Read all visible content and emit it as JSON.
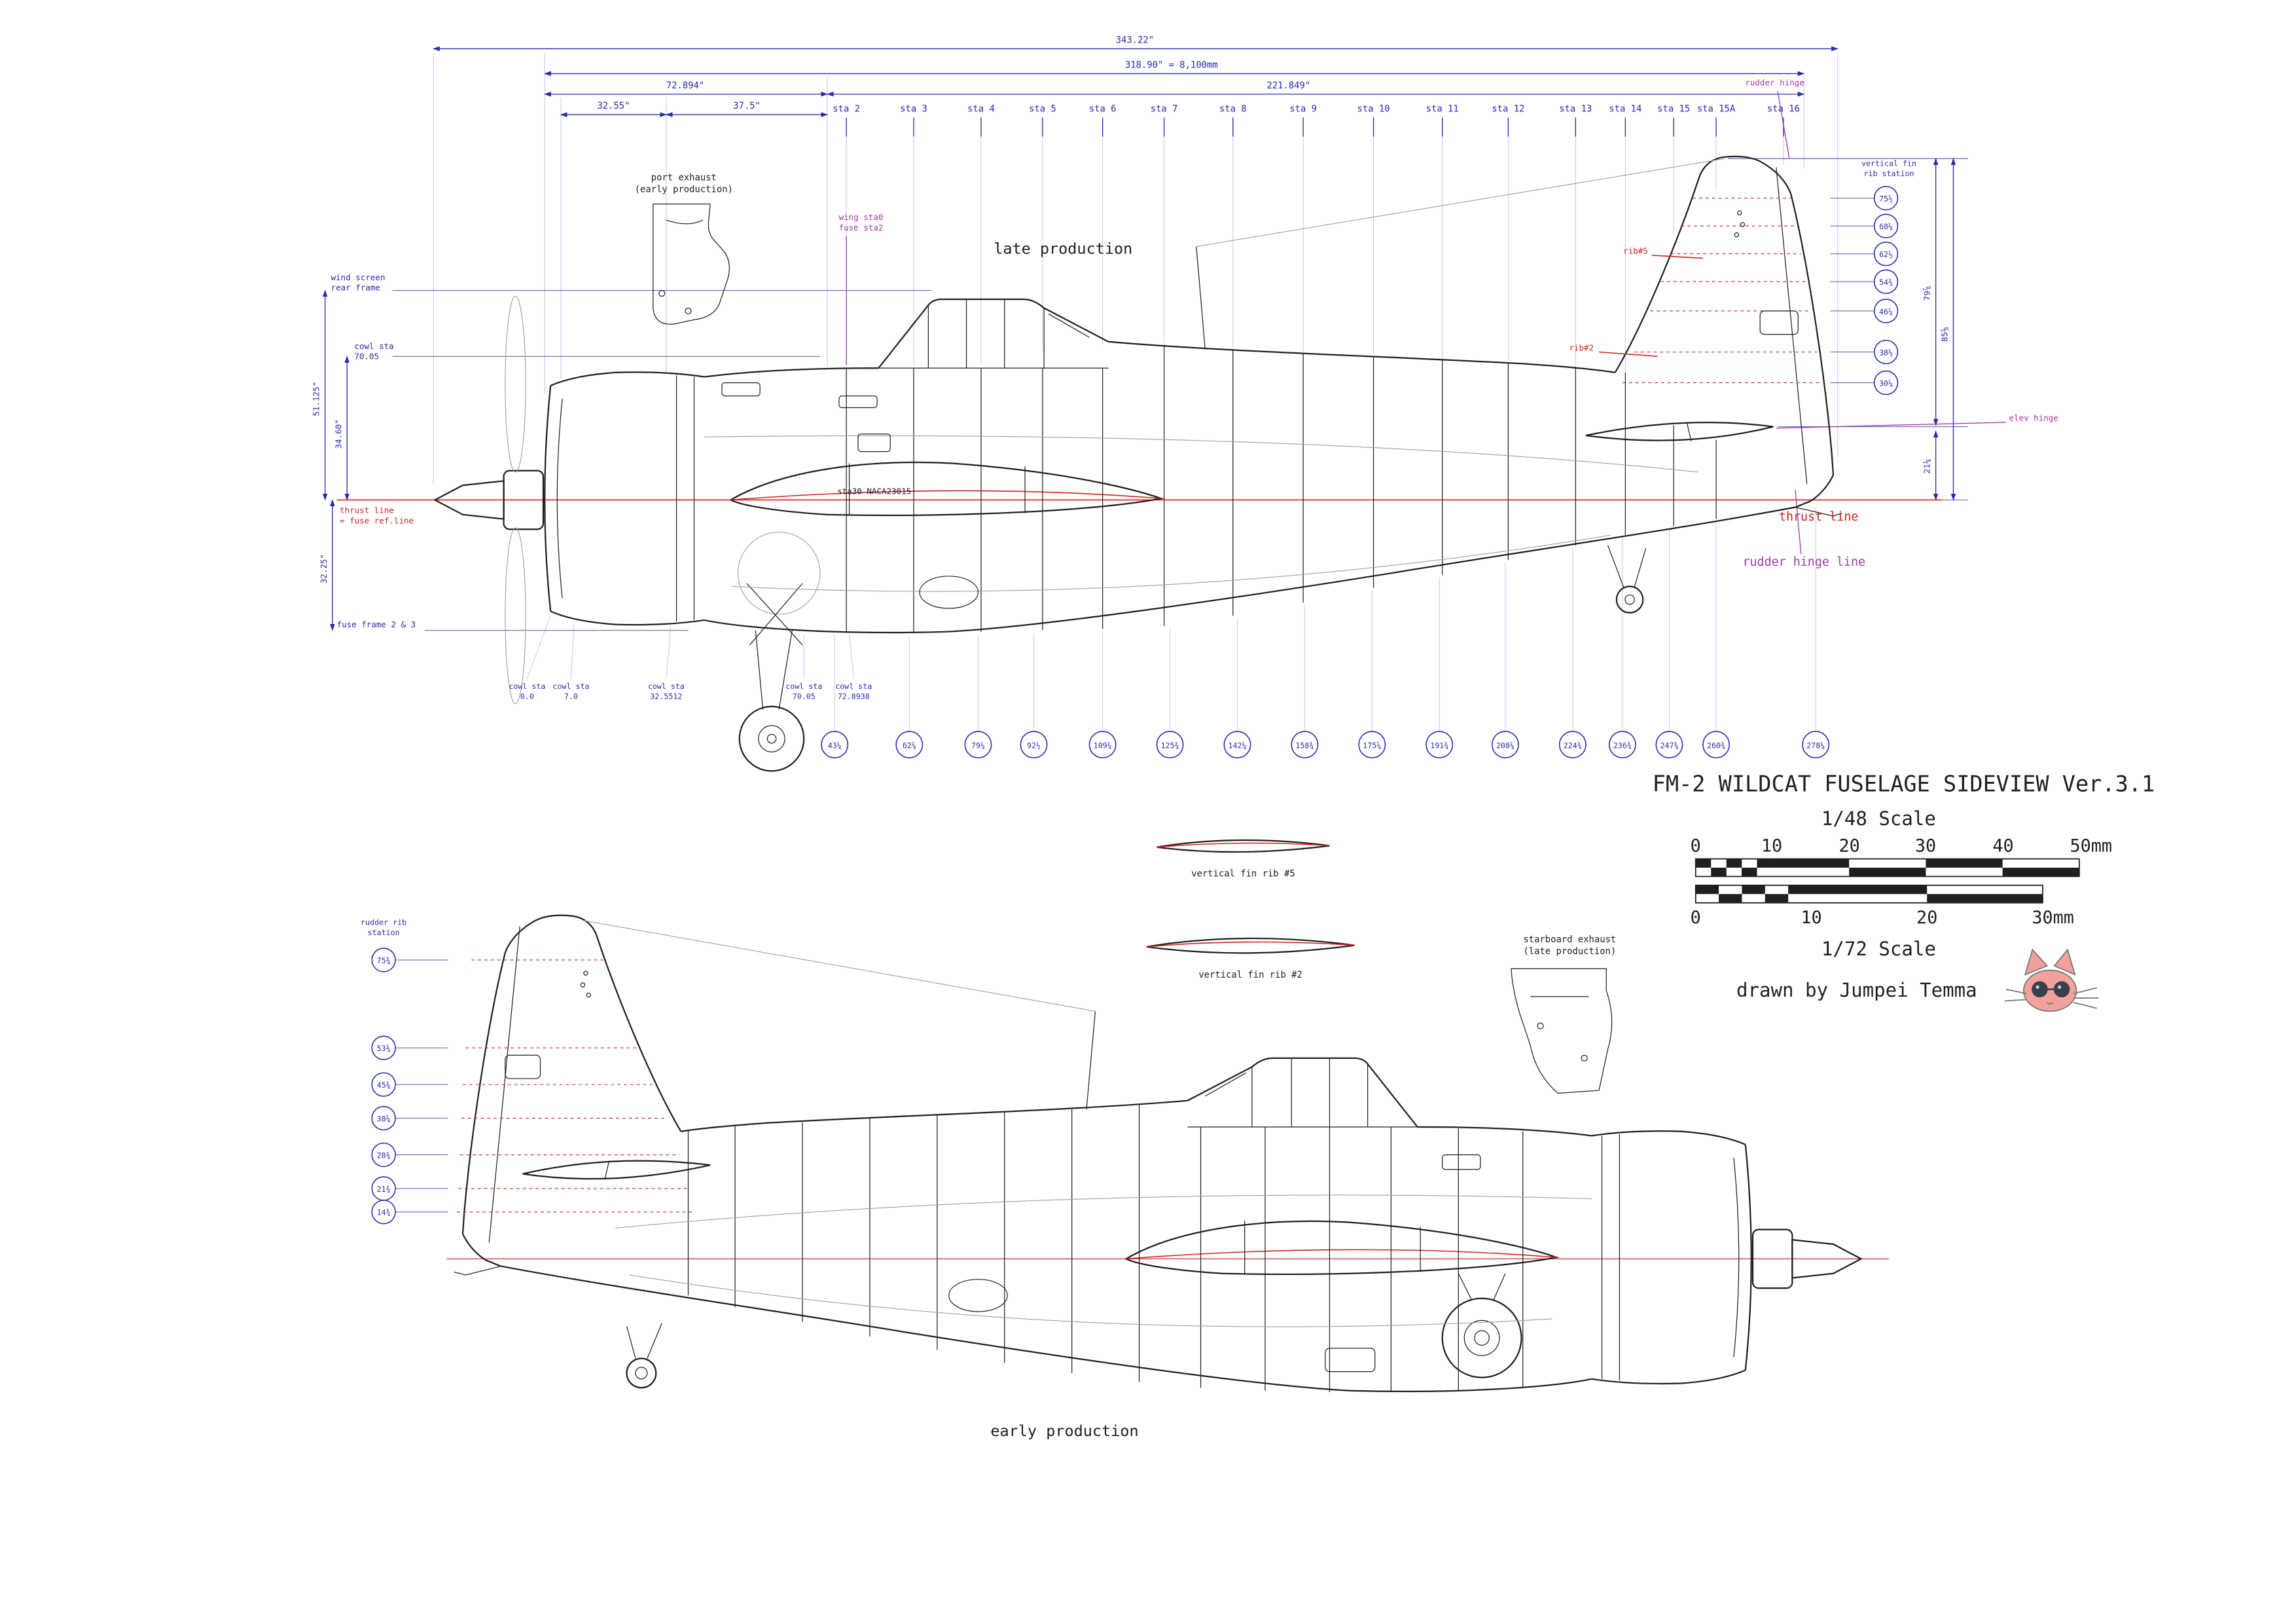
{
  "colors": {
    "dimension_blue": "#2a2ab0",
    "line_black": "#1f1f1f",
    "accent_red": "#cc2222",
    "accent_purple": "#a03aa0",
    "cat_pink": "#f2a19c"
  },
  "header_dims": {
    "total": "343.22\"",
    "reference": "318.90\" = 8,100mm",
    "aft": "221.849\"",
    "fwd": "72.894\"",
    "cowl_a": "32.55\"",
    "cowl_b": "37.5\""
  },
  "stations": [
    "sta 2",
    "sta 3",
    "sta 4",
    "sta 5",
    "sta 6",
    "sta 7",
    "sta 8",
    "sta 9",
    "sta 10",
    "sta 11",
    "sta 12",
    "sta 13",
    "sta 14",
    "sta 15",
    "sta 15A",
    "sta 16"
  ],
  "top_view": {
    "production_label": "late production",
    "port_exhaust": [
      "port exhaust",
      "(early production)"
    ],
    "wing_sta": [
      "wing sta0",
      "fuse sta2"
    ],
    "wind_screen": [
      "wind screen",
      "rear frame"
    ],
    "cowl_sta_ref": [
      "cowl sta",
      "70.05"
    ],
    "dim_51": "51.125\"",
    "dim_34": "34.60\"",
    "dim_32": "32.25\"",
    "thrust_line_left": [
      "thrust line",
      "= fuse ref.line"
    ],
    "fuse_frame": "fuse frame 2 & 3",
    "naca": "sta30 NACA23015",
    "rib5": "rib#5",
    "rib2": "rib#2",
    "rudder_hinge": "rudder hinge",
    "vfin_rib_station": [
      "vertical fin",
      "rib station"
    ],
    "fin_ribs": [
      "75½",
      "68¼",
      "62½",
      "54¾",
      "46¼",
      "38½",
      "30¼"
    ],
    "dim_79": "79⅞",
    "dim_85": "85⅝",
    "dim_21": "21¼",
    "elev_hinge": "elev hinge",
    "thrust_line_right": "thrust line",
    "rudder_hinge_line": "rudder hinge line",
    "cowl_stas": [
      [
        "cowl sta",
        "0.0"
      ],
      [
        "cowl sta",
        "7.0"
      ],
      [
        "cowl sta",
        "32.5512"
      ],
      [
        "cowl sta",
        "70.05"
      ],
      [
        "cowl sta",
        "72.8938"
      ]
    ],
    "fuse_stations": [
      "43¼",
      "62¼",
      "79¼",
      "92½",
      "109¼",
      "125¾",
      "142¼",
      "158¾",
      "175¼",
      "191¾",
      "208¼",
      "224¾",
      "236¾",
      "247¾",
      "260¾",
      "278¼"
    ]
  },
  "middle": {
    "rib5_label": "vertical fin rib #5",
    "rib2_label": "vertical fin rib #2",
    "starboard_exhaust": [
      "starboard exhaust",
      "(late production)"
    ]
  },
  "bottom_view": {
    "production_label": "early production",
    "rudder_rib_station": [
      "rudder rib",
      "station"
    ],
    "rudder_ribs": [
      "75¾",
      "53¾",
      "45¾",
      "38¼",
      "28¾",
      "21¾",
      "14¾"
    ]
  },
  "title_block": {
    "title": "FM-2 WILDCAT FUSELAGE SIDEVIEW Ver.3.1",
    "scale48_label": "1/48 Scale",
    "scale48_ticks": [
      "0",
      "10",
      "20",
      "30",
      "40",
      "50mm"
    ],
    "scale72_label": "1/72 Scale",
    "scale72_ticks": [
      "0",
      "10",
      "20",
      "30mm"
    ],
    "credit": "drawn by  Jumpei Temma"
  }
}
